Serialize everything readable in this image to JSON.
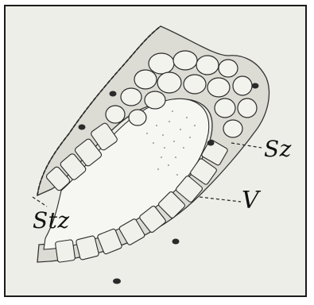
{
  "figure": {
    "labels": {
      "sz": "Sz",
      "v": "V",
      "stz": "Stz"
    }
  }
}
